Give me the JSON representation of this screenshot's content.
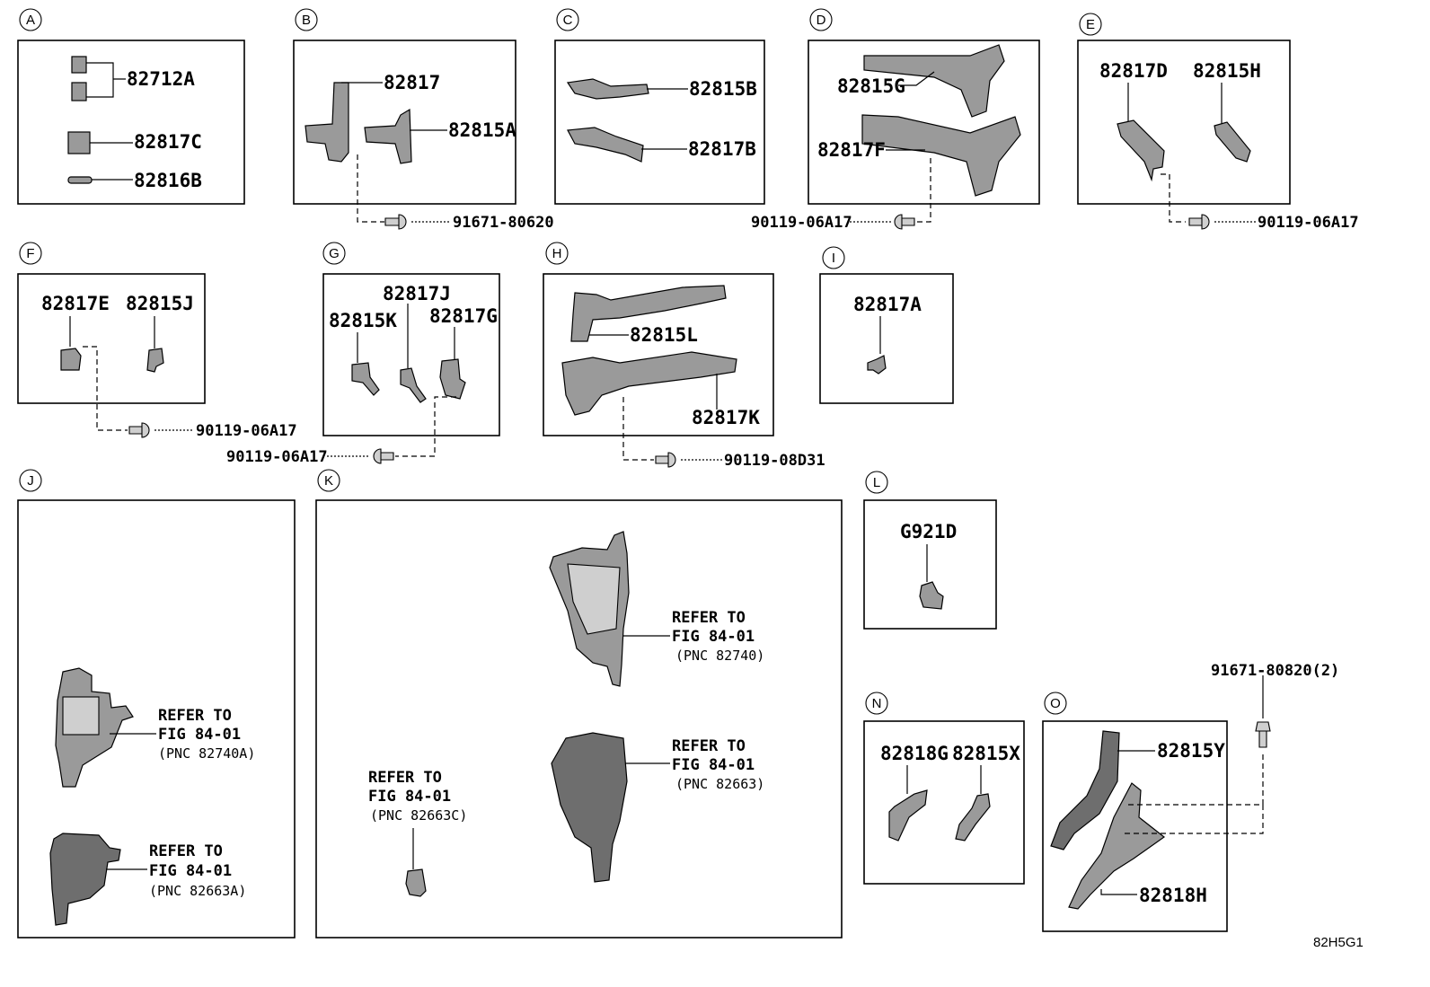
{
  "diagram_code": "82H5G1",
  "sections": {
    "A": {
      "letter": "A",
      "parts": [
        "82712A",
        "82817C",
        "82816B"
      ]
    },
    "B": {
      "letter": "B",
      "parts": [
        "82817",
        "82815A"
      ],
      "fastener": "91671-80620"
    },
    "C": {
      "letter": "C",
      "parts": [
        "82815B",
        "82817B"
      ]
    },
    "D": {
      "letter": "D",
      "parts": [
        "82815G",
        "82817F"
      ],
      "fastener": "90119-06A17"
    },
    "E": {
      "letter": "E",
      "parts": [
        "82817D",
        "82815H"
      ],
      "fastener": "90119-06A17"
    },
    "F": {
      "letter": "F",
      "parts": [
        "82817E",
        "82815J"
      ],
      "fastener": "90119-06A17"
    },
    "G": {
      "letter": "G",
      "parts": [
        "82817J",
        "82815K",
        "82817G"
      ],
      "fastener": "90119-06A17"
    },
    "H": {
      "letter": "H",
      "parts": [
        "82815L",
        "82817K"
      ],
      "fastener": "90119-08D31"
    },
    "I": {
      "letter": "I",
      "parts": [
        "82817A"
      ]
    },
    "J": {
      "letter": "J",
      "refs": [
        {
          "line1": "REFER TO",
          "line2": "FIG 84-01",
          "pnc": "(PNC 82740A)"
        },
        {
          "line1": "REFER TO",
          "line2": "FIG 84-01",
          "pnc": "(PNC 82663A)"
        }
      ]
    },
    "K": {
      "letter": "K",
      "refs": [
        {
          "line1": "REFER TO",
          "line2": "FIG 84-01",
          "pnc": "(PNC 82740)"
        },
        {
          "line1": "REFER TO",
          "line2": "FIG 84-01",
          "pnc": "(PNC 82663)"
        },
        {
          "line1": "REFER TO",
          "line2": "FIG 84-01",
          "pnc": "(PNC 82663C)"
        }
      ]
    },
    "L": {
      "letter": "L",
      "parts": [
        "G921D"
      ]
    },
    "N": {
      "letter": "N",
      "parts": [
        "82818G",
        "82815X"
      ]
    },
    "O": {
      "letter": "O",
      "parts": [
        "82815Y",
        "82818H"
      ],
      "fastener": "91671-80820(2)"
    }
  }
}
